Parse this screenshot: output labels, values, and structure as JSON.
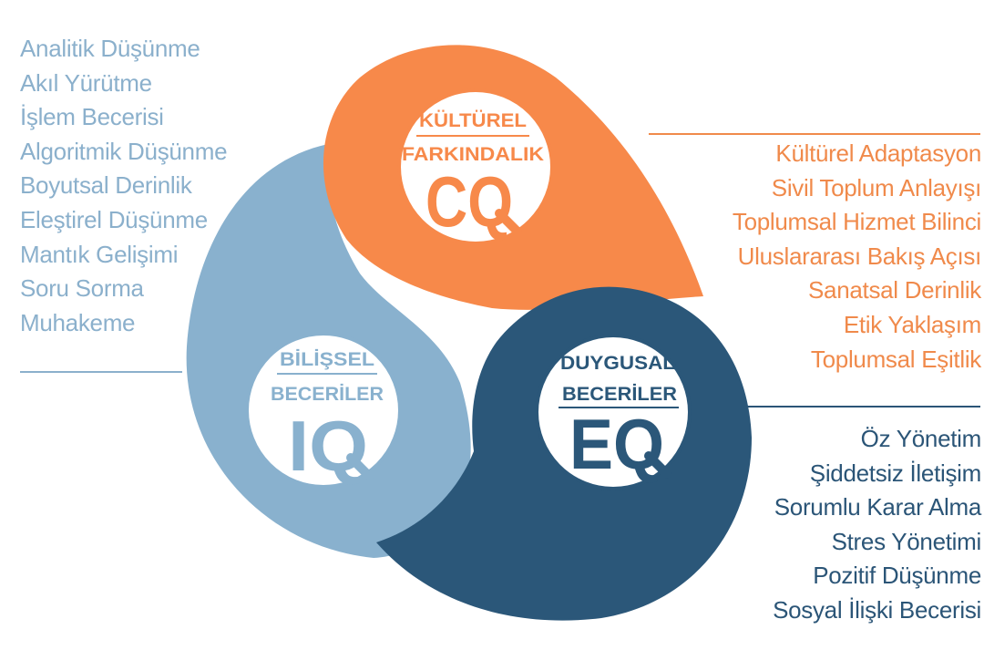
{
  "iq": {
    "title_line1": "BİLİŞSEL",
    "title_line2": "BECERİLER",
    "code": "IQ",
    "color": "#89b1ce",
    "items": [
      "Analitik Düşünme",
      "Akıl Yürütme",
      "İşlem Becerisi",
      "Algoritmik Düşünme",
      "Boyutsal Derinlik",
      "Eleştirel Düşünme",
      "Mantık Gelişimi",
      "Soru Sorma",
      "Muhakeme"
    ]
  },
  "cq": {
    "title_line1": "KÜLTÜREL",
    "title_line2": "FARKINDALIK",
    "code": "CQ",
    "color": "#f7894a",
    "items": [
      "Kültürel Adaptasyon",
      "Sivil Toplum Anlayışı",
      "Toplumsal Hizmet Bilinci",
      "Uluslararası Bakış Açısı",
      "Sanatsal Derinlik",
      "Etik Yaklaşım",
      "Toplumsal Eşitlik"
    ]
  },
  "eq": {
    "title_line1": "DUYGUSAL",
    "title_line2": "BECERİLER",
    "code": "EQ",
    "color": "#2b5779",
    "items": [
      "Öz Yönetim",
      "Şiddetsiz İletişim",
      "Sorumlu Karar Alma",
      "Stres Yönetimi",
      "Pozitif Düşünme",
      "Sosyal İlişki Becerisi"
    ]
  }
}
